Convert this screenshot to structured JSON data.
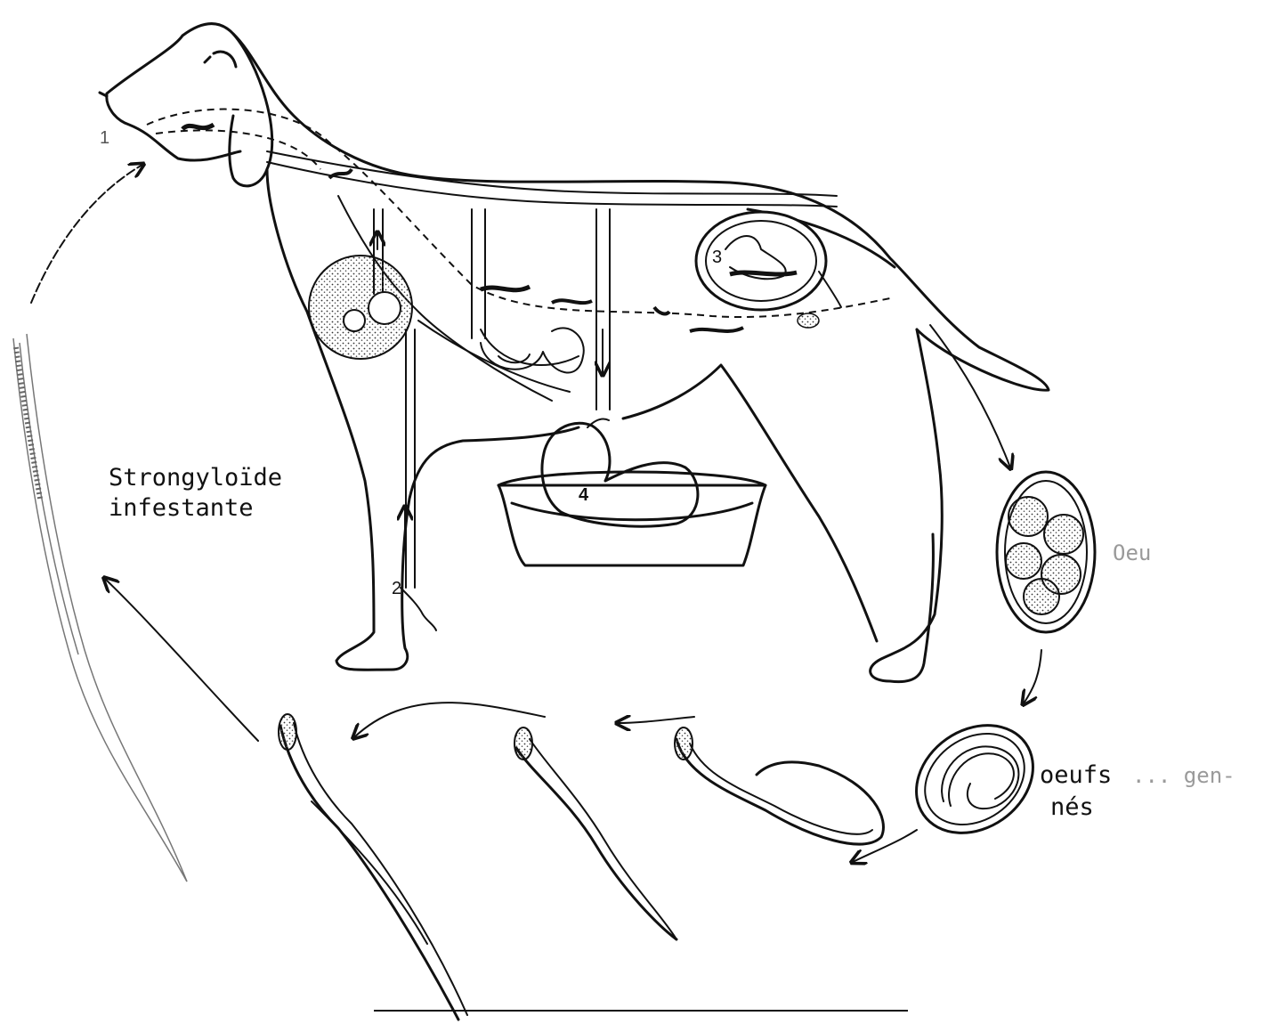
{
  "labels": {
    "larva_line1": "Strongyloïde",
    "larva_line2": "infestante",
    "egg": "Oeu",
    "embryonated_line1": "oeufs",
    "embryonated_suffix": "... gen-",
    "embryonated_line2": "nés"
  },
  "markers": {
    "m1": "1",
    "m2": "2",
    "m3": "3",
    "m4": "4"
  }
}
